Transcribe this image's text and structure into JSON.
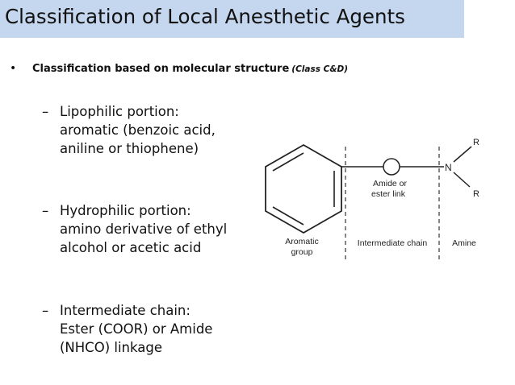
{
  "slide": {
    "title": "Classification of Local Anesthetic Agents",
    "bullet": {
      "text": "Classification based on molecular structure",
      "note": "(Class C&D)"
    },
    "subpoints": [
      {
        "lines": [
          "Lipophilic portion:",
          "aromatic (benzoic acid,",
          "aniline or thiophene)"
        ]
      },
      {
        "lines": [
          "Hydrophilic portion:",
          "amino derivative of ethyl",
          "alcohol or acetic acid"
        ]
      },
      {
        "lines": [
          "Intermediate chain:",
          "Ester (COOR) or Amide",
          "(NHCO) linkage"
        ]
      }
    ]
  },
  "diagram": {
    "link_label_1": "Amide or",
    "link_label_2": "ester link",
    "nitrogen": "N",
    "r_top": "R",
    "r_bottom": "R",
    "aromatic_label_1": "Aromatic",
    "aromatic_label_2": "group",
    "intermediate_label": "Intermediate chain",
    "amine_label": "Amine"
  }
}
